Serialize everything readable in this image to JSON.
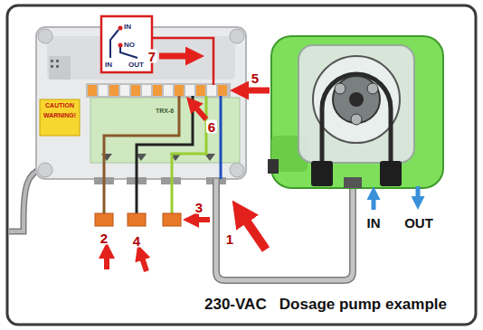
{
  "diagram": {
    "caption": "230-VAC   Dosage pump example",
    "nodes": [
      {
        "text": [
          "CAUTION",
          "WARNING!"
        ]
      },
      {
        "text": [
          "IN",
          "NO",
          "IN",
          "OUT"
        ]
      }
    ],
    "labels": [
      "7",
      "6",
      "5",
      "1",
      "2",
      "4",
      "3",
      "IN",
      "OUT",
      "TRX-6"
    ]
  }
}
